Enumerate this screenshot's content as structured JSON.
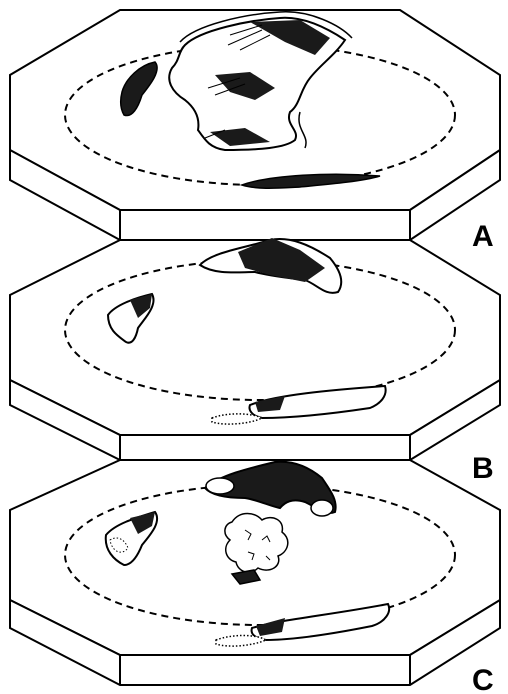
{
  "figure": {
    "panels": [
      {
        "label": "A"
      },
      {
        "label": "B"
      },
      {
        "label": "C"
      }
    ]
  },
  "colors": {
    "ink": "#000000",
    "paper": "#ffffff",
    "shading": "#1a1a1a"
  }
}
